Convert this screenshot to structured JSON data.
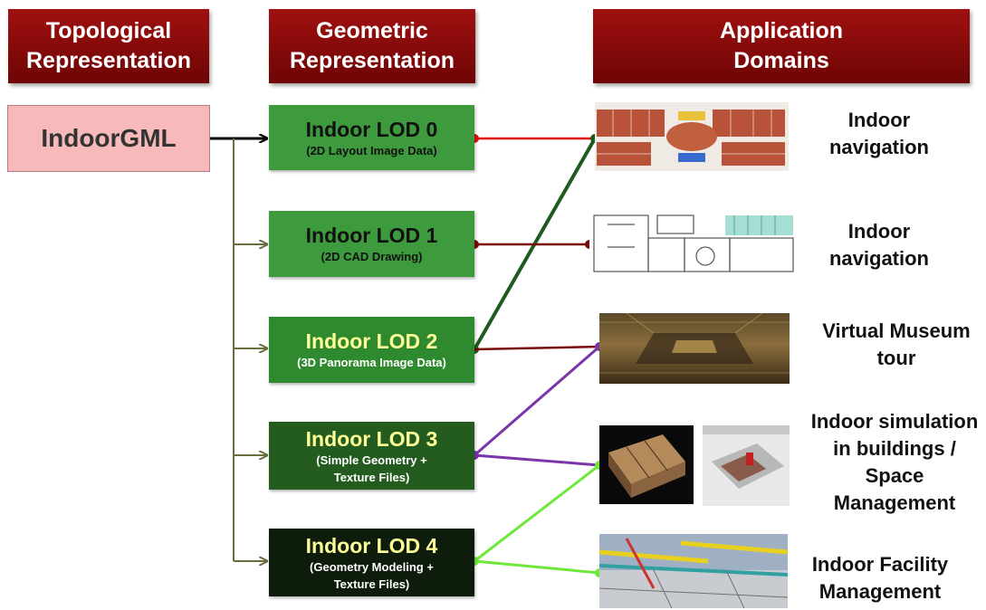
{
  "headers": {
    "topological": [
      "Topological",
      "Representation"
    ],
    "geometric": [
      "Geometric",
      "Representation"
    ],
    "application": [
      "Application",
      "Domains"
    ]
  },
  "source": {
    "label": "IndoorGML"
  },
  "lods": [
    {
      "title": "Indoor LOD 0",
      "sub": "(2D Layout Image Data)",
      "color": "#3d9a3d",
      "title_color": "#111111",
      "sub_color": "#111111"
    },
    {
      "title": "Indoor LOD 1",
      "sub": "(2D CAD Drawing)",
      "color": "#3d9a3d",
      "title_color": "#111111",
      "sub_color": "#111111"
    },
    {
      "title": "Indoor LOD 2",
      "sub": "(3D Panorama Image Data)",
      "color": "#2f8a2f",
      "title_color": "#ffff99",
      "sub_color": "#ffffff"
    },
    {
      "title": "Indoor LOD 3",
      "sub": "(Simple Geometry +\nTexture Files)",
      "color": "#245b1f",
      "title_color": "#ffff99",
      "sub_color": "#ffffff"
    },
    {
      "title": "Indoor LOD 4",
      "sub": "(Geometry Modeling +\nTexture Files)",
      "color": "#0d1c0b",
      "title_color": "#ffff99",
      "sub_color": "#ffffff"
    }
  ],
  "domains": [
    [
      "Indoor",
      "navigation"
    ],
    [
      "Indoor",
      "navigation"
    ],
    [
      "Virtual Museum",
      "tour"
    ],
    [
      "Indoor simulation",
      "in buildings /",
      "Space",
      "Management"
    ],
    [
      "Indoor Facility",
      "Management"
    ]
  ],
  "colors": {
    "header_bg": "#8b0a0a",
    "link_lod0": "#e01010",
    "link_lod1": "#7a0a0a",
    "link_lod2_up": "#1f5a1f",
    "link_lod3": "#7a35a8",
    "link_lod4": "#6ee83a",
    "tree_line": "#6b6b3b"
  }
}
